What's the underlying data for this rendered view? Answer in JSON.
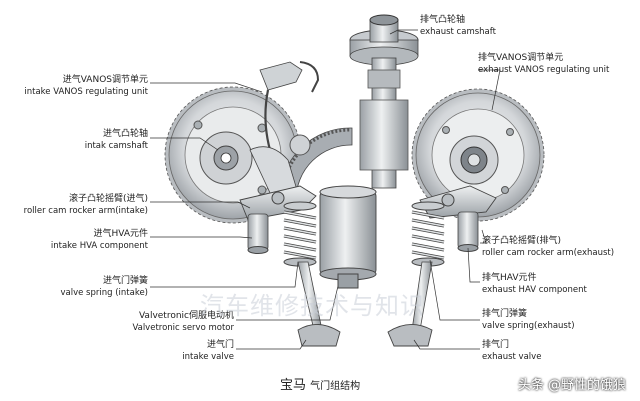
{
  "colors": {
    "metal_light": "#e6e8ea",
    "metal_mid": "#c4c8cc",
    "metal_dark": "#8d9297",
    "line": "#333333",
    "bg": "#ffffff"
  },
  "labels": {
    "exhaust_camshaft": {
      "cn": "排气凸轮轴",
      "en": "exhaust camshaft"
    },
    "exhaust_vanos": {
      "cn": "排气VANOS调节单元",
      "en": "exhaust VANOS regulating unit"
    },
    "intake_vanos": {
      "cn": "进气VANOS调节单元",
      "en": "intake VANOS regulating unit"
    },
    "intake_camshaft": {
      "cn": "进气凸轮轴",
      "en": "intak camshaft"
    },
    "roller_intake": {
      "cn": "滚子凸轮摇臂(进气)",
      "en": "roller cam rocker arm(intake)"
    },
    "intake_hva": {
      "cn": "进气HVA元件",
      "en": "intake HVA component"
    },
    "valve_spring_intake": {
      "cn": "进气门弹簧",
      "en": "valve spring (intake)"
    },
    "valvetronic_motor": {
      "cn": "Valvetronic伺服电动机",
      "en": "Valvetronic servo motor"
    },
    "intake_valve": {
      "cn": "进气门",
      "en": "intake valve"
    },
    "roller_exhaust": {
      "cn": "滚子凸轮摇臂(排气)",
      "en": "roller cam rocker arm(exhaust)"
    },
    "exhaust_hav": {
      "cn": "排气HAV元件",
      "en": "exhaust HAV component"
    },
    "valve_spring_exhaust": {
      "cn": "排气门弹簧",
      "en": "valve spring(exhaust)"
    },
    "exhaust_valve": {
      "cn": "排气门",
      "en": "exhaust valve"
    }
  },
  "watermark": "汽车维修技术与知识",
  "caption": {
    "brand": "宝马",
    "title": "气门组结构"
  },
  "source_badge": "头条 @野性的饿狼"
}
